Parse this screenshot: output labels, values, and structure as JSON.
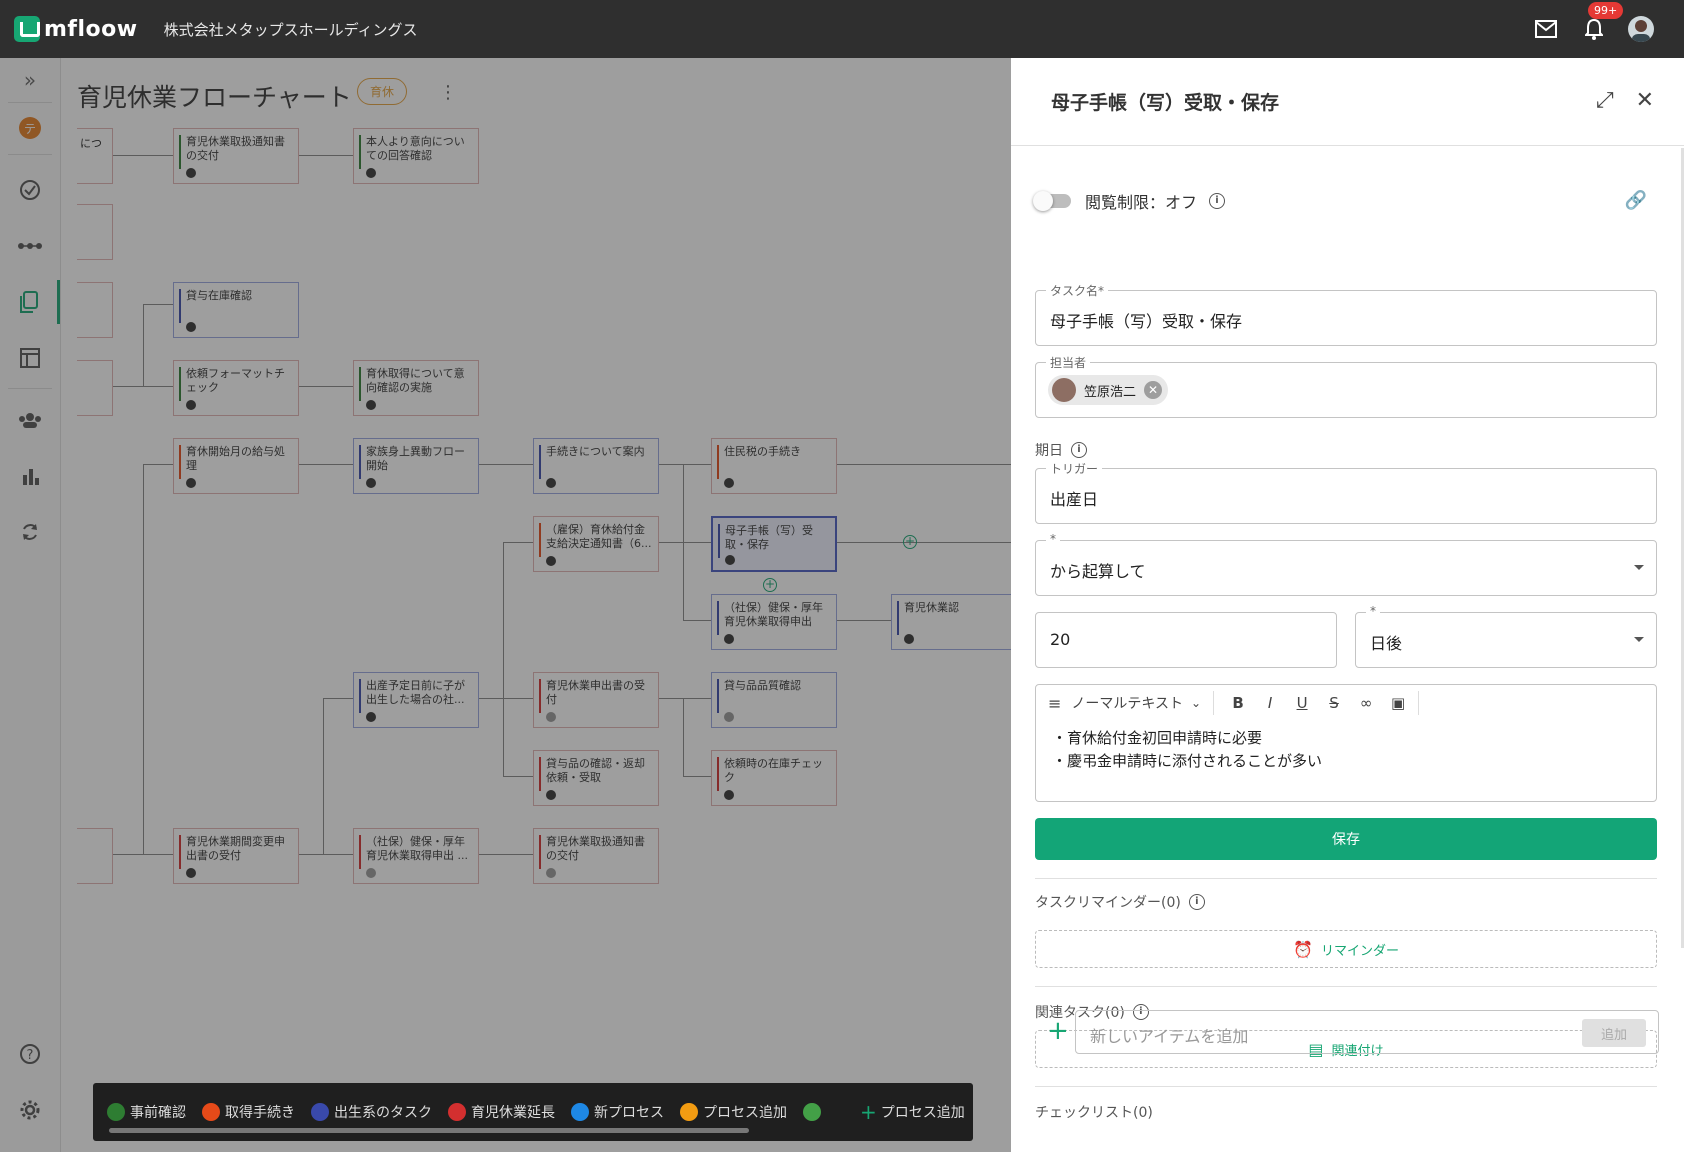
{
  "topbar": {
    "logo_text": "mfloow",
    "company": "株式会社メタップスホールディングス",
    "notification_badge": "99+"
  },
  "sidebar": {
    "workspace_initial": "テ"
  },
  "main": {
    "title": "育児休業フローチャート",
    "tag": "育休",
    "stubs": [
      "につ"
    ],
    "nodes": [
      {
        "label": "育児休業取扱通知書の交付"
      },
      {
        "label": "本人より意向についての回答確認"
      },
      {
        "label": "貸与在庫確認"
      },
      {
        "label": "依頼フォーマットチェック"
      },
      {
        "label": "育休取得について意向確認の実施"
      },
      {
        "label": "育休開始月の給与処理"
      },
      {
        "label": "家族身上異動フロー開始"
      },
      {
        "label": "手続きについて案内"
      },
      {
        "label": "住民税の手続き"
      },
      {
        "label": "（雇保）育休給付金支給決定通知書（6..."
      },
      {
        "label": "母子手帳（写）受取・保存"
      },
      {
        "label": "（社保）健保・厚年育児休業取得申出"
      },
      {
        "label": "育児休業認"
      },
      {
        "label": "出産予定日前に子が出生した場合の社..."
      },
      {
        "label": "育児休業申出書の受付"
      },
      {
        "label": "貸与品品質確認"
      },
      {
        "label": "貸与品の確認・返却依頼・受取"
      },
      {
        "label": "依頼時の在庫チェック"
      },
      {
        "label": "育児休業期間変更申出書の受付"
      },
      {
        "label": "（社保）健保・厚年育児休業取得申出 ..."
      },
      {
        "label": "育児休業取扱通知書の交付"
      }
    ]
  },
  "legend": {
    "items": [
      {
        "label": "事前確認",
        "color": "#2e7d32"
      },
      {
        "label": "取得手続き",
        "color": "#e64a19"
      },
      {
        "label": "出生系のタスク",
        "color": "#3949ab"
      },
      {
        "label": "育児休業延長",
        "color": "#d32f2f"
      },
      {
        "label": "新プロセス",
        "color": "#1e88e5"
      },
      {
        "label": "プロセス追加",
        "color": "#f39c12"
      },
      {
        "label": "",
        "color": "#43a047"
      }
    ],
    "add_label": "プロセス追加"
  },
  "panel": {
    "title": "母子手帳（写）受取・保存",
    "permission_label": "閲覧制限：オフ",
    "task_name_label": "タスク名*",
    "task_name_value": "母子手帳（写）受取・保存",
    "assignee_label": "担当者",
    "assignee_name": "笠原浩二",
    "due_label": "期日",
    "trigger_label": "トリガー",
    "trigger_value": "出産日",
    "calc_label": "*",
    "calc_value": "から起算して",
    "days_value": "20",
    "unit_label": "*",
    "unit_value": "日後",
    "editor_format": "ノーマルテキスト",
    "editor_lines": [
      "・育休給付金初回申請時に必要",
      "・慶弔金申請時に添付されることが多い"
    ],
    "save_label": "保存",
    "reminder_section": "タスクリマインダー(0)",
    "reminder_button": "リマインダー",
    "related_section": "関連タスク(0)",
    "related_button": "関連付け",
    "checklist_section": "チェックリスト(0)",
    "checklist_placeholder": "新しいアイテムを追加",
    "checklist_add": "追加"
  }
}
